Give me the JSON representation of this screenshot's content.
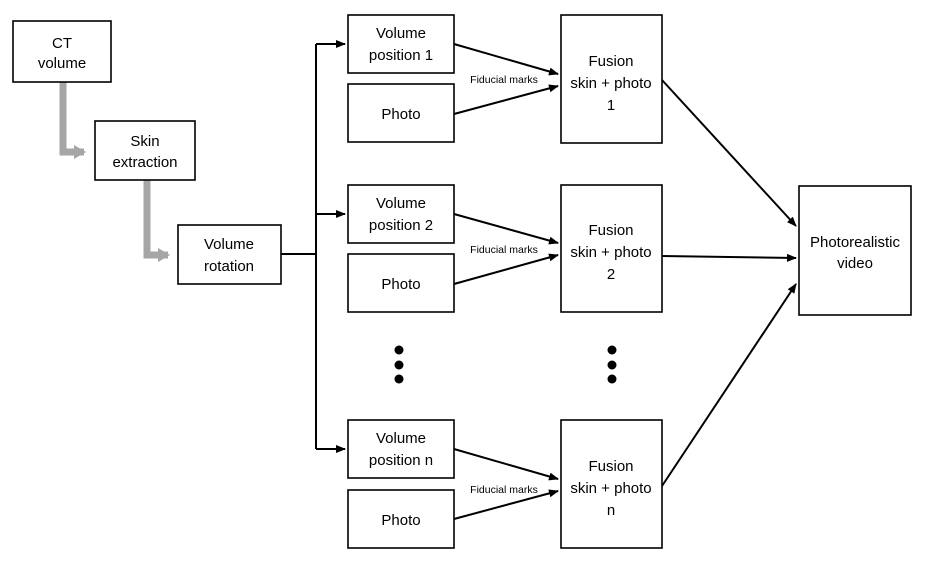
{
  "nodes": {
    "ct_volume": [
      "CT",
      "volume"
    ],
    "skin_extraction": [
      "Skin",
      "extraction"
    ],
    "volume_rotation": [
      "Volume",
      "rotation"
    ],
    "volume_position_1": [
      "Volume",
      "position 1"
    ],
    "photo_1": [
      "Photo"
    ],
    "fusion_1": [
      "Fusion",
      "skin + photo",
      "1"
    ],
    "volume_position_2": [
      "Volume",
      "position 2"
    ],
    "photo_2": [
      "Photo"
    ],
    "fusion_2": [
      "Fusion",
      "skin + photo",
      "2"
    ],
    "volume_position_n": [
      "Volume",
      "position n"
    ],
    "photo_n": [
      "Photo"
    ],
    "fusion_n": [
      "Fusion",
      "skin + photo",
      "n"
    ],
    "output": [
      "Photorealistic",
      "video"
    ]
  },
  "edge_labels": {
    "fiducial_1": "Fiducial marks",
    "fiducial_2": "Fiducial marks",
    "fiducial_n": "Fiducial marks"
  },
  "colors": {
    "box_stroke": "#000000",
    "arrow": "#000000",
    "preprocess_arrow": "#a6a6a6"
  }
}
